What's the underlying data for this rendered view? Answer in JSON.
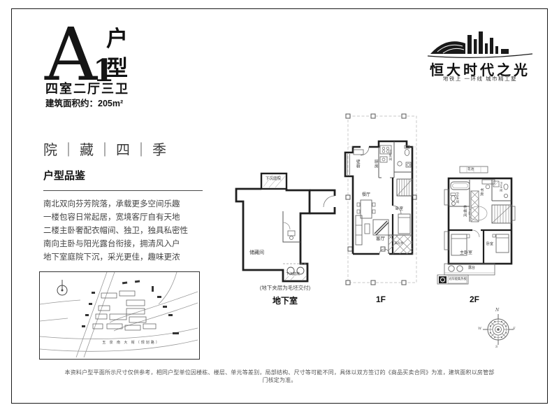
{
  "header": {
    "unit_letter": "A",
    "unit_number": "1",
    "unit_word_top": "户",
    "unit_word_bottom": "型",
    "layout_desc": "四室二厅三卫",
    "area_label": "建筑面积约：205m²"
  },
  "brand": {
    "name": "恒大时代之光",
    "tagline": "地铁上 一环线 城市精工墅",
    "logo_icon": "city-skyline-icon"
  },
  "intro": {
    "slogan": "院｜藏｜四｜季",
    "section_title": "户型品鉴",
    "lines": [
      "南北双向芬芳院落，承载更多空间乐趣",
      "一楼包容日常起居，宽境客厅自有天地",
      "二楼主卧奢配衣帽间、独卫，独具私密性",
      "南向主卧与阳光露台衔接，拥清风入户",
      "地下室庭院下沉，采光更佳，趣味更浓"
    ]
  },
  "site_map": {
    "road_label": "玉 泉 南 大 街（规划路）",
    "north_icon": "north-indicator-icon"
  },
  "plans": {
    "basement": {
      "caption": "地下室",
      "note": "(地下夹层为毛坯交付)",
      "rooms": {
        "top_courtyard": "下沉庭院",
        "storage": "储藏间",
        "bottom_courtyard": "下沉庭院"
      }
    },
    "f1": {
      "caption": "1F",
      "rooms": {
        "closet": "壁橱",
        "kitchen": "厨房",
        "bath": "卫生间",
        "dining": "餐厅",
        "living": "客厅",
        "bedroom": "卧室",
        "lightwell": "采光井"
      }
    },
    "f2": {
      "caption": "2F",
      "rooms": {
        "flower_bed": "花池",
        "bath_left": "卫生间",
        "study": "书房",
        "bath_right": "卫生间",
        "cloakroom": "衣帽间",
        "master": "主卧室",
        "bedroom": "卧室",
        "terrace": "露台",
        "solar": "太阳能集热板"
      }
    }
  },
  "compass": {
    "n": "N",
    "e": "E",
    "s": "S",
    "w": "W"
  },
  "footer": {
    "disclaimer": "本资料户型平面所示尺寸仅供参考，相同户型单位因楼栋、楼层、单元等差别，局部结构、尺寸等可能不同，具体以双方签订的《商品买卖合同》为准，建筑面积以房管部门核定为准。"
  }
}
